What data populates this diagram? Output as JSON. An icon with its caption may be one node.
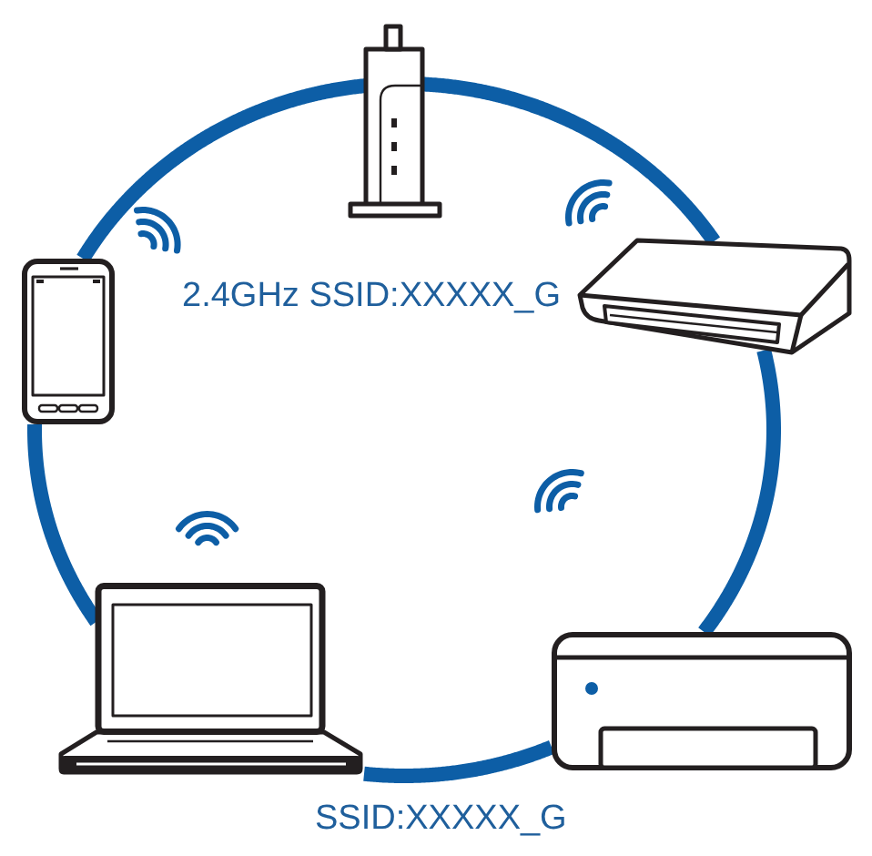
{
  "diagram": {
    "nodes": [
      {
        "text": [],
        "shape": "picture"
      },
      {
        "text": [],
        "shape": "picture"
      },
      {
        "text": [],
        "shape": "picture"
      },
      {
        "text": [],
        "shape": "picture"
      },
      {
        "text": [],
        "shape": "picture"
      }
    ],
    "edges": [
      {
        "from": 0,
        "to": 1,
        "arrow": "none"
      },
      {
        "from": 1,
        "to": 4,
        "arrow": "none"
      },
      {
        "from": 4,
        "to": 3,
        "arrow": "none"
      },
      {
        "from": 3,
        "to": 2,
        "arrow": "none"
      },
      {
        "from": 2,
        "to": 0,
        "arrow": "none"
      }
    ],
    "labels": [
      "2.4GHz SSID:XXXXX_G",
      "SSID:XXXXX_G"
    ]
  }
}
